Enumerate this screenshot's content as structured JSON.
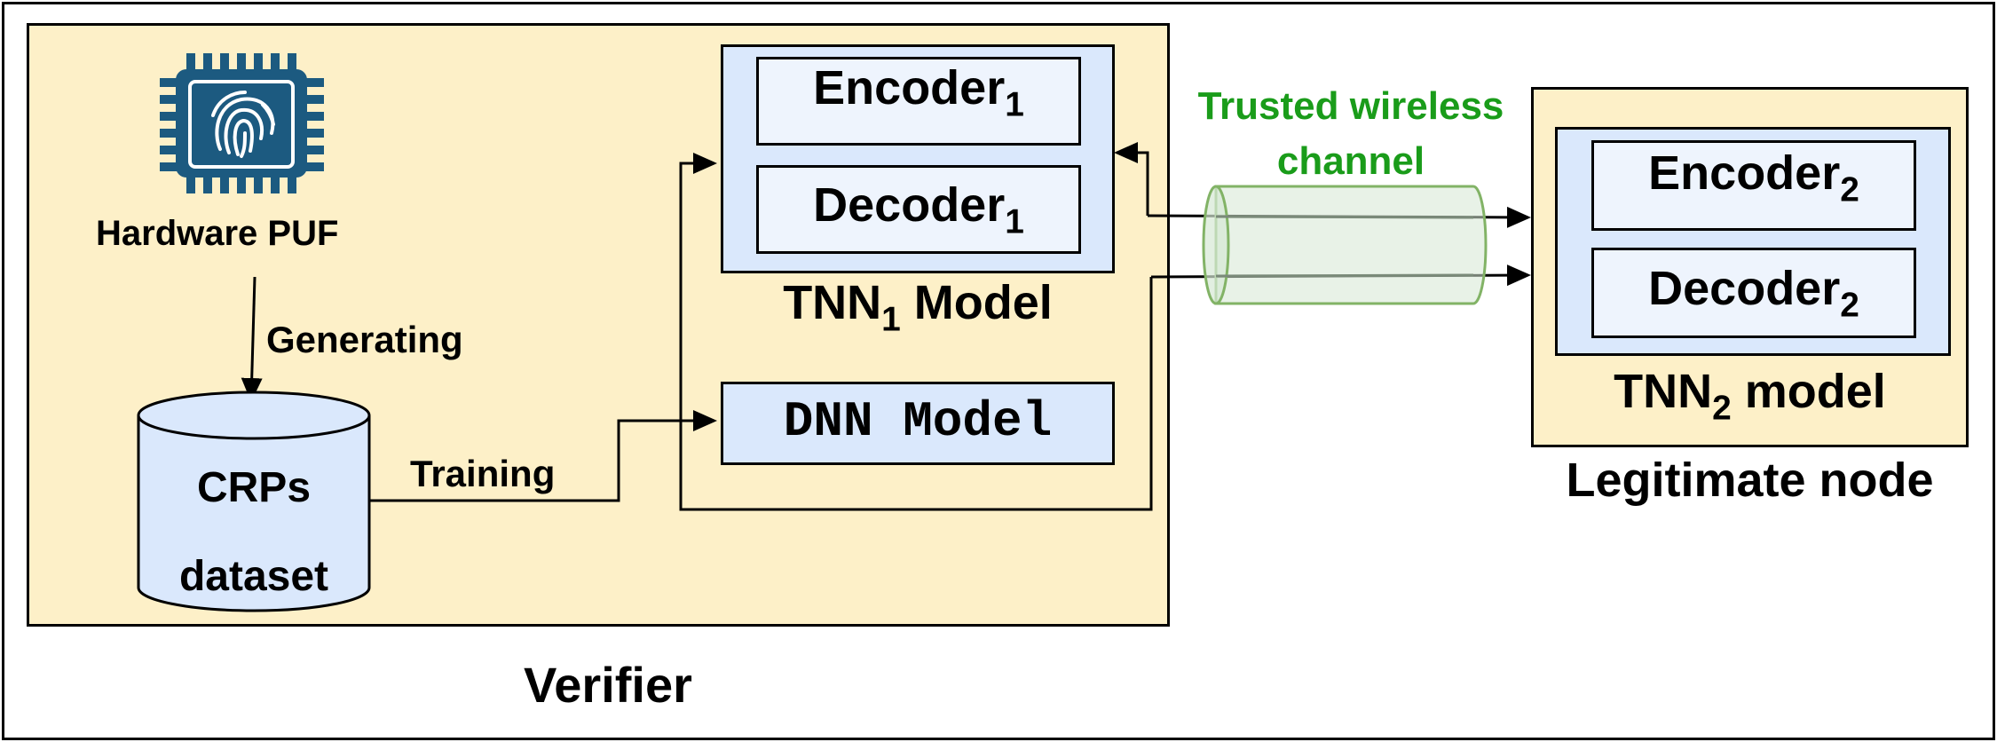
{
  "verifier": {
    "title": "Verifier",
    "puf_label": "Hardware PUF",
    "generating_label": "Generating",
    "crps_line1": "CRPs",
    "crps_line2": "dataset",
    "training_label": "Training",
    "tnn1": {
      "encoder": "Encoder",
      "encoder_sub": "1",
      "decoder": "Decoder",
      "decoder_sub": "1",
      "model_prefix": "TNN",
      "model_sub": "1",
      "model_suffix": " Model"
    },
    "dnn_label": "DNN Model"
  },
  "channel": {
    "line1": "Trusted wireless",
    "line2": "channel",
    "color": "#1a9c1a"
  },
  "legit": {
    "title": "Legitimate node",
    "tnn2": {
      "encoder": "Encoder",
      "encoder_sub": "2",
      "decoder": "Decoder",
      "decoder_sub": "2",
      "model_prefix": "TNN",
      "model_sub": "2",
      "model_suffix": " model"
    }
  },
  "icons": {
    "chip": "fingerprint-chip-icon"
  },
  "colors": {
    "panel_fill": "#fdf0c8",
    "box_fill": "#dae8fc",
    "inner_fill": "#eef4fd",
    "chip": "#1c5a80",
    "tube_fill": "#d5e8d4",
    "tube_stroke": "#82b366"
  }
}
